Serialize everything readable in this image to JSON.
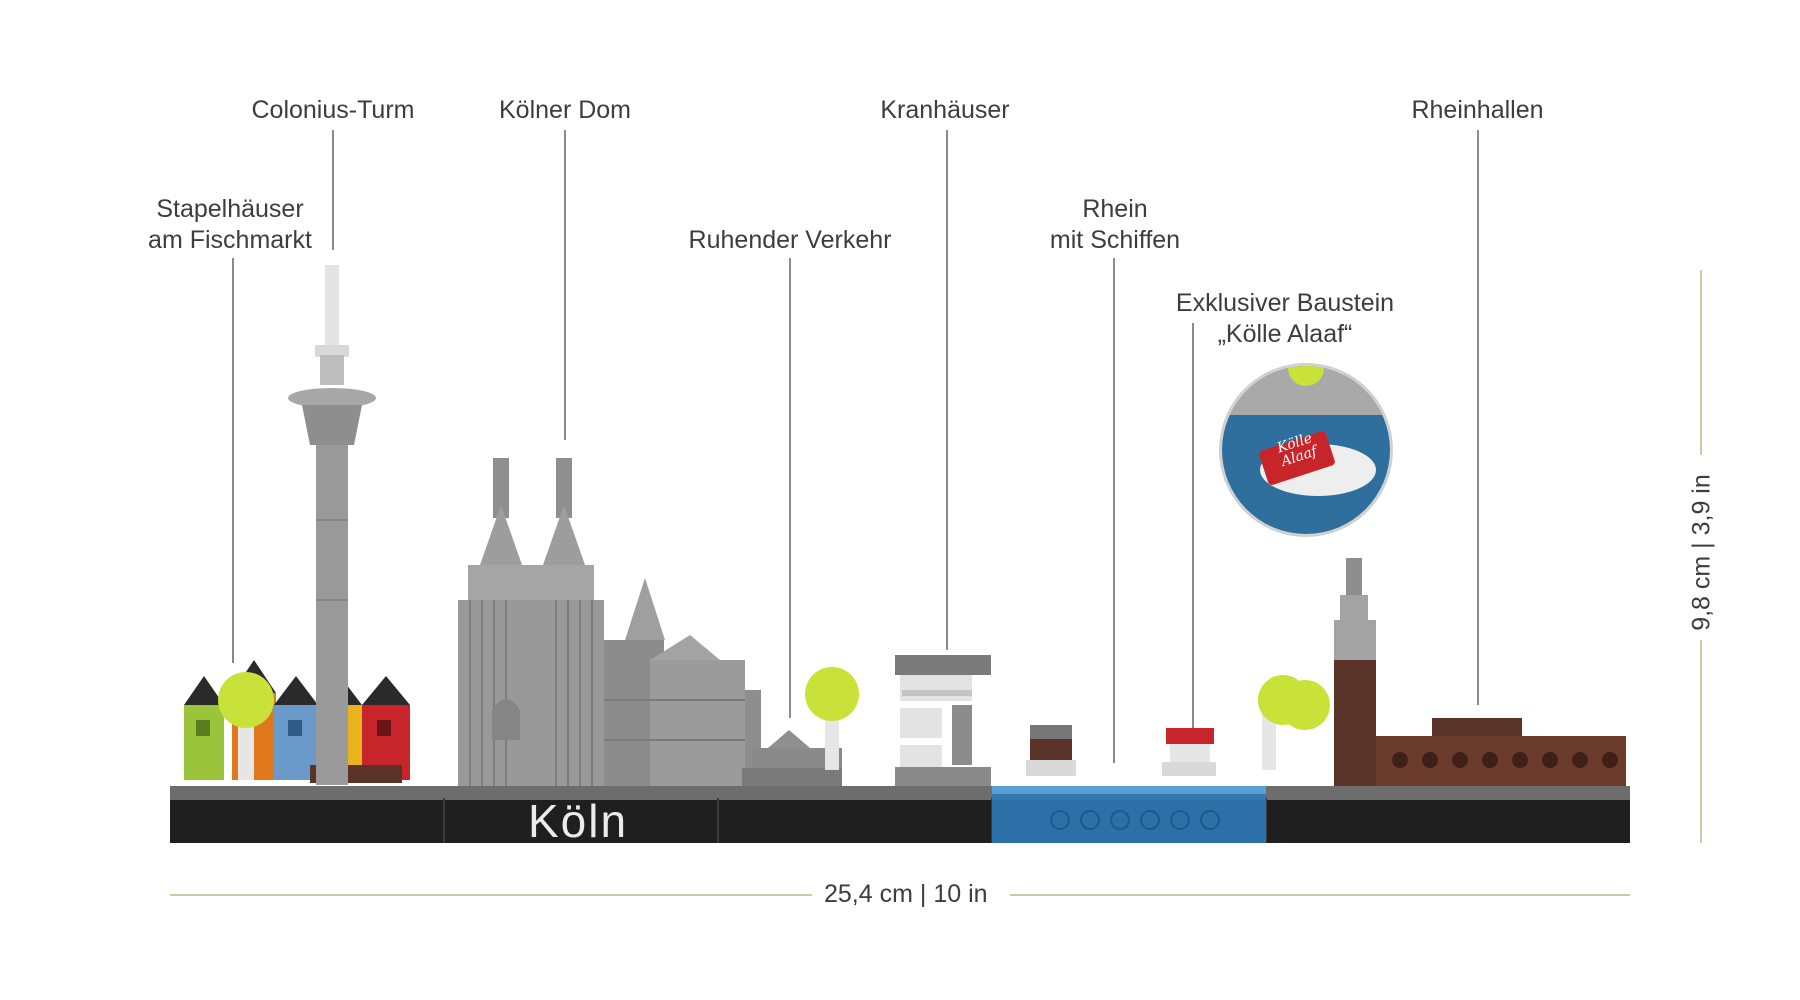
{
  "labels": {
    "stapelhaeuser_line1": "Stapelhäuser",
    "stapelhaeuser_line2": "am Fischmarkt",
    "colonius": "Colonius-Turm",
    "dom": "Kölner Dom",
    "verkehr": "Ruhender Verkehr",
    "kranhaeuser": "Kranhäuser",
    "rhein_line1": "Rhein",
    "rhein_line2": "mit Schiffen",
    "baustein_line1": "Exklusiver Baustein",
    "baustein_line2": "„Kölle Alaaf“",
    "rheinhallen": "Rheinhallen"
  },
  "model": {
    "base_text": "Köln",
    "badge_text_line1": "Kölle",
    "badge_text_line2": "Alaaf"
  },
  "dimensions": {
    "width": "25,4 cm | 10 in",
    "height": "9,8 cm | 3,9 in"
  },
  "colors": {
    "base": "#1f1f1f",
    "stone": "#9a9a9a",
    "water": "#2f79b6",
    "brick": "#5a3428",
    "tree": "#c9e23a",
    "red": "#c8252b"
  }
}
